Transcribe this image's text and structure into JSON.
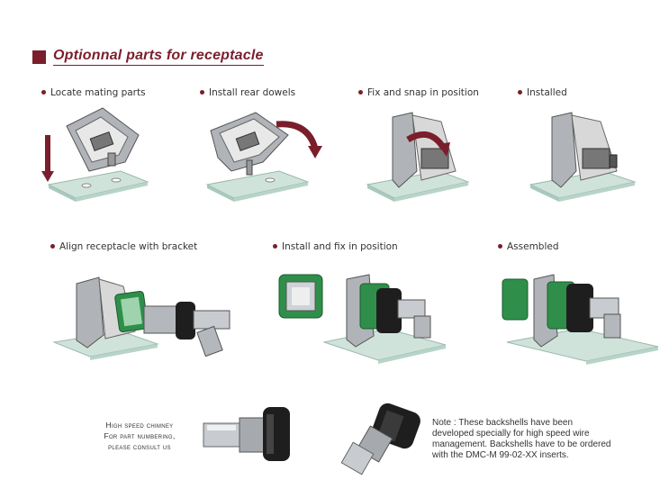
{
  "title": "Optionnal parts for receptacle",
  "steps_row1": [
    "Locate mating parts",
    "Install rear dowels",
    "Fix and snap in position",
    "Installed"
  ],
  "steps_row2": [
    "Align receptacle with bracket",
    "Install and fix in position",
    "Assembled"
  ],
  "caption_lines": [
    "High speed chimney",
    "For part numbering,",
    "please consult us"
  ],
  "note": "Note : These backshells have been developed specially for high speed wire management. Backshells have to be ordered with the DMC-M 99-02-XX inserts.",
  "colors": {
    "accent": "#7a1e2c",
    "plate": "#cfe3da",
    "metal": "#9a9ea3",
    "green": "#2f8f4a",
    "black": "#1e1e1e"
  },
  "icons": [
    "bracket-illustration",
    "receptacle-illustration",
    "backshell-illustration",
    "red-arrow-icon"
  ]
}
